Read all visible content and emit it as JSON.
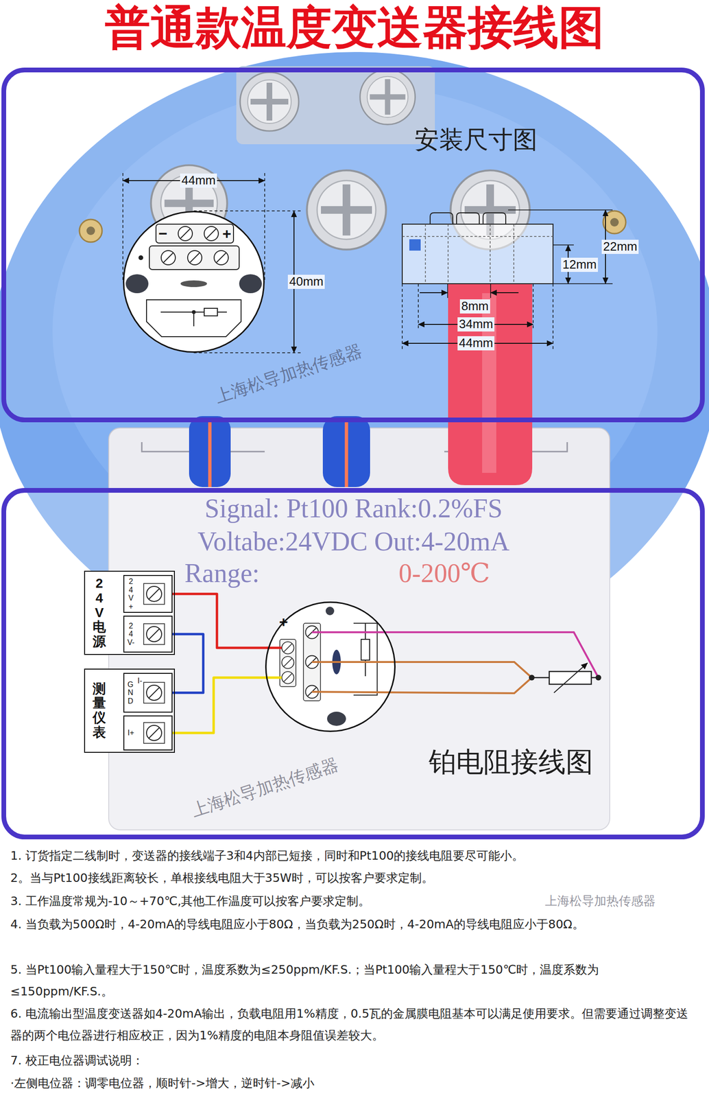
{
  "diagram": {
    "title": "普通款温度变送器接线图",
    "nodes": [
      {
        "text": [
          "−",
          "+"
        ]
      },
      {
        "text": [
          "24V电源"
        ]
      },
      {
        "text": [
          "24V+"
        ],
        "in": 1
      },
      {
        "text": [
          "24V-"
        ],
        "in": 1
      },
      {
        "text": [
          "测量仪表"
        ]
      },
      {
        "text": [
          "GND",
          "I-"
        ],
        "in": 4
      },
      {
        "text": [
          "I+"
        ],
        "in": 4
      },
      {
        "text": [
          "+"
        ]
      }
    ],
    "edges": [
      {
        "from": 2,
        "to": 7,
        "arrow": "none"
      },
      {
        "from": 3,
        "to": 5,
        "arrow": "none"
      },
      {
        "from": 6,
        "to": 7,
        "arrow": "none"
      }
    ],
    "labels": [
      "安装尺寸图",
      "44mm",
      "40mm",
      "22mm",
      "12mm",
      "8mm",
      "34mm",
      "44mm",
      "上海松导加热传感器",
      "Signal: Pt100 Rank:0.2%FS",
      "Voltabe:24VDC Out:4-20mA",
      "Range:",
      "0-200℃",
      "上海松导加热传感器",
      "铂电阻接线图",
      "1. 订货指定二线制时，变送器的接线端子3和4内部已短接，同时和Pt100的接线电阻要尽可能小。",
      "2。当与Pt100接线距离较长，单根接线电阻大于35W时，可以按客户要求定制。",
      "3. 工作温度常规为-10～+70℃,其他工作温度可以按客户要求定制。",
      "4. 当负载为500Ω时，4-20mA的导线电阻应小于80Ω，当负载为250Ω时，4-20mA的导线电阻应小于80Ω。",
      "5. 当Pt100输入量程大于150℃时，温度系数为≤250ppm/KF.S.；当Pt100输入量程大于150℃时，温度系数为≤150ppm/KF.S.。",
      "6. 电流输出型温度变送器如4-20mA输出，负载电阻用1%精度，0.5瓦的金属膜电阻基本可以满足使用要求。但需要通过调整变送器的两个电位器进行相应校正，因为1%精度的电阻本身阻值误差较大。",
      "7. 校正电位器调试说明：",
      "·左侧电位器：调零电位器，顺时针->增大，逆时针->减小",
      "上海松导加热传感器"
    ]
  }
}
